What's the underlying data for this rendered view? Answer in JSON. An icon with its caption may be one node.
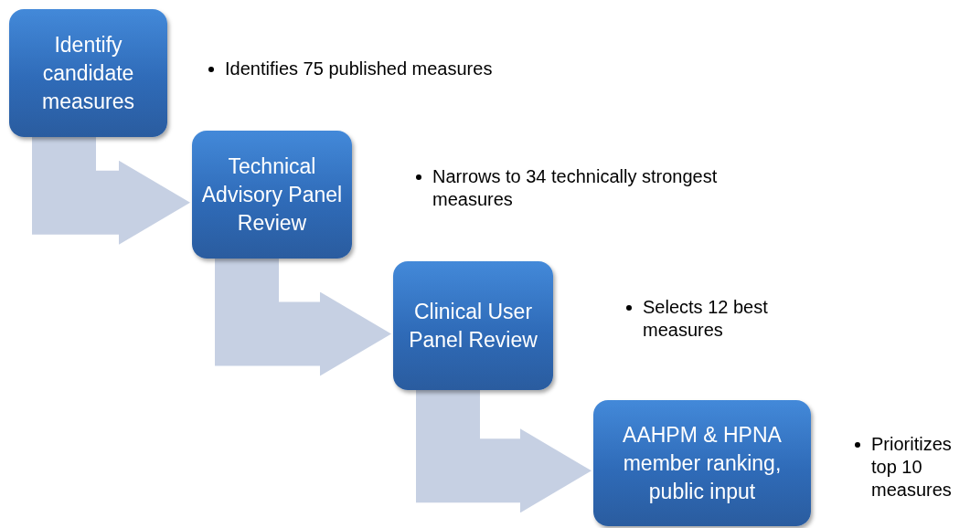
{
  "diagram": {
    "nodes": [
      {
        "text": [
          "Identify candidate measures"
        ],
        "beside": [
          "Identifies 75 published measures"
        ]
      },
      {
        "text": [
          "Technical Advisory Panel Review"
        ]
      },
      {
        "text": [
          "Clinical User Panel Review"
        ]
      },
      {
        "text": [
          "AAHPM & HPNA member ranking, public input"
        ],
        "beside": [
          "Prioritizes top 10 measures"
        ]
      }
    ],
    "edges": [
      {
        "from": 0,
        "to": 1,
        "arrow": "to"
      },
      {
        "from": 1,
        "to": 2,
        "arrow": "to"
      },
      {
        "from": 2,
        "to": 3,
        "arrow": "to"
      }
    ],
    "labels": [
      "Narrows to 34 technically strongest measures",
      "Selects 12 best measures"
    ]
  }
}
